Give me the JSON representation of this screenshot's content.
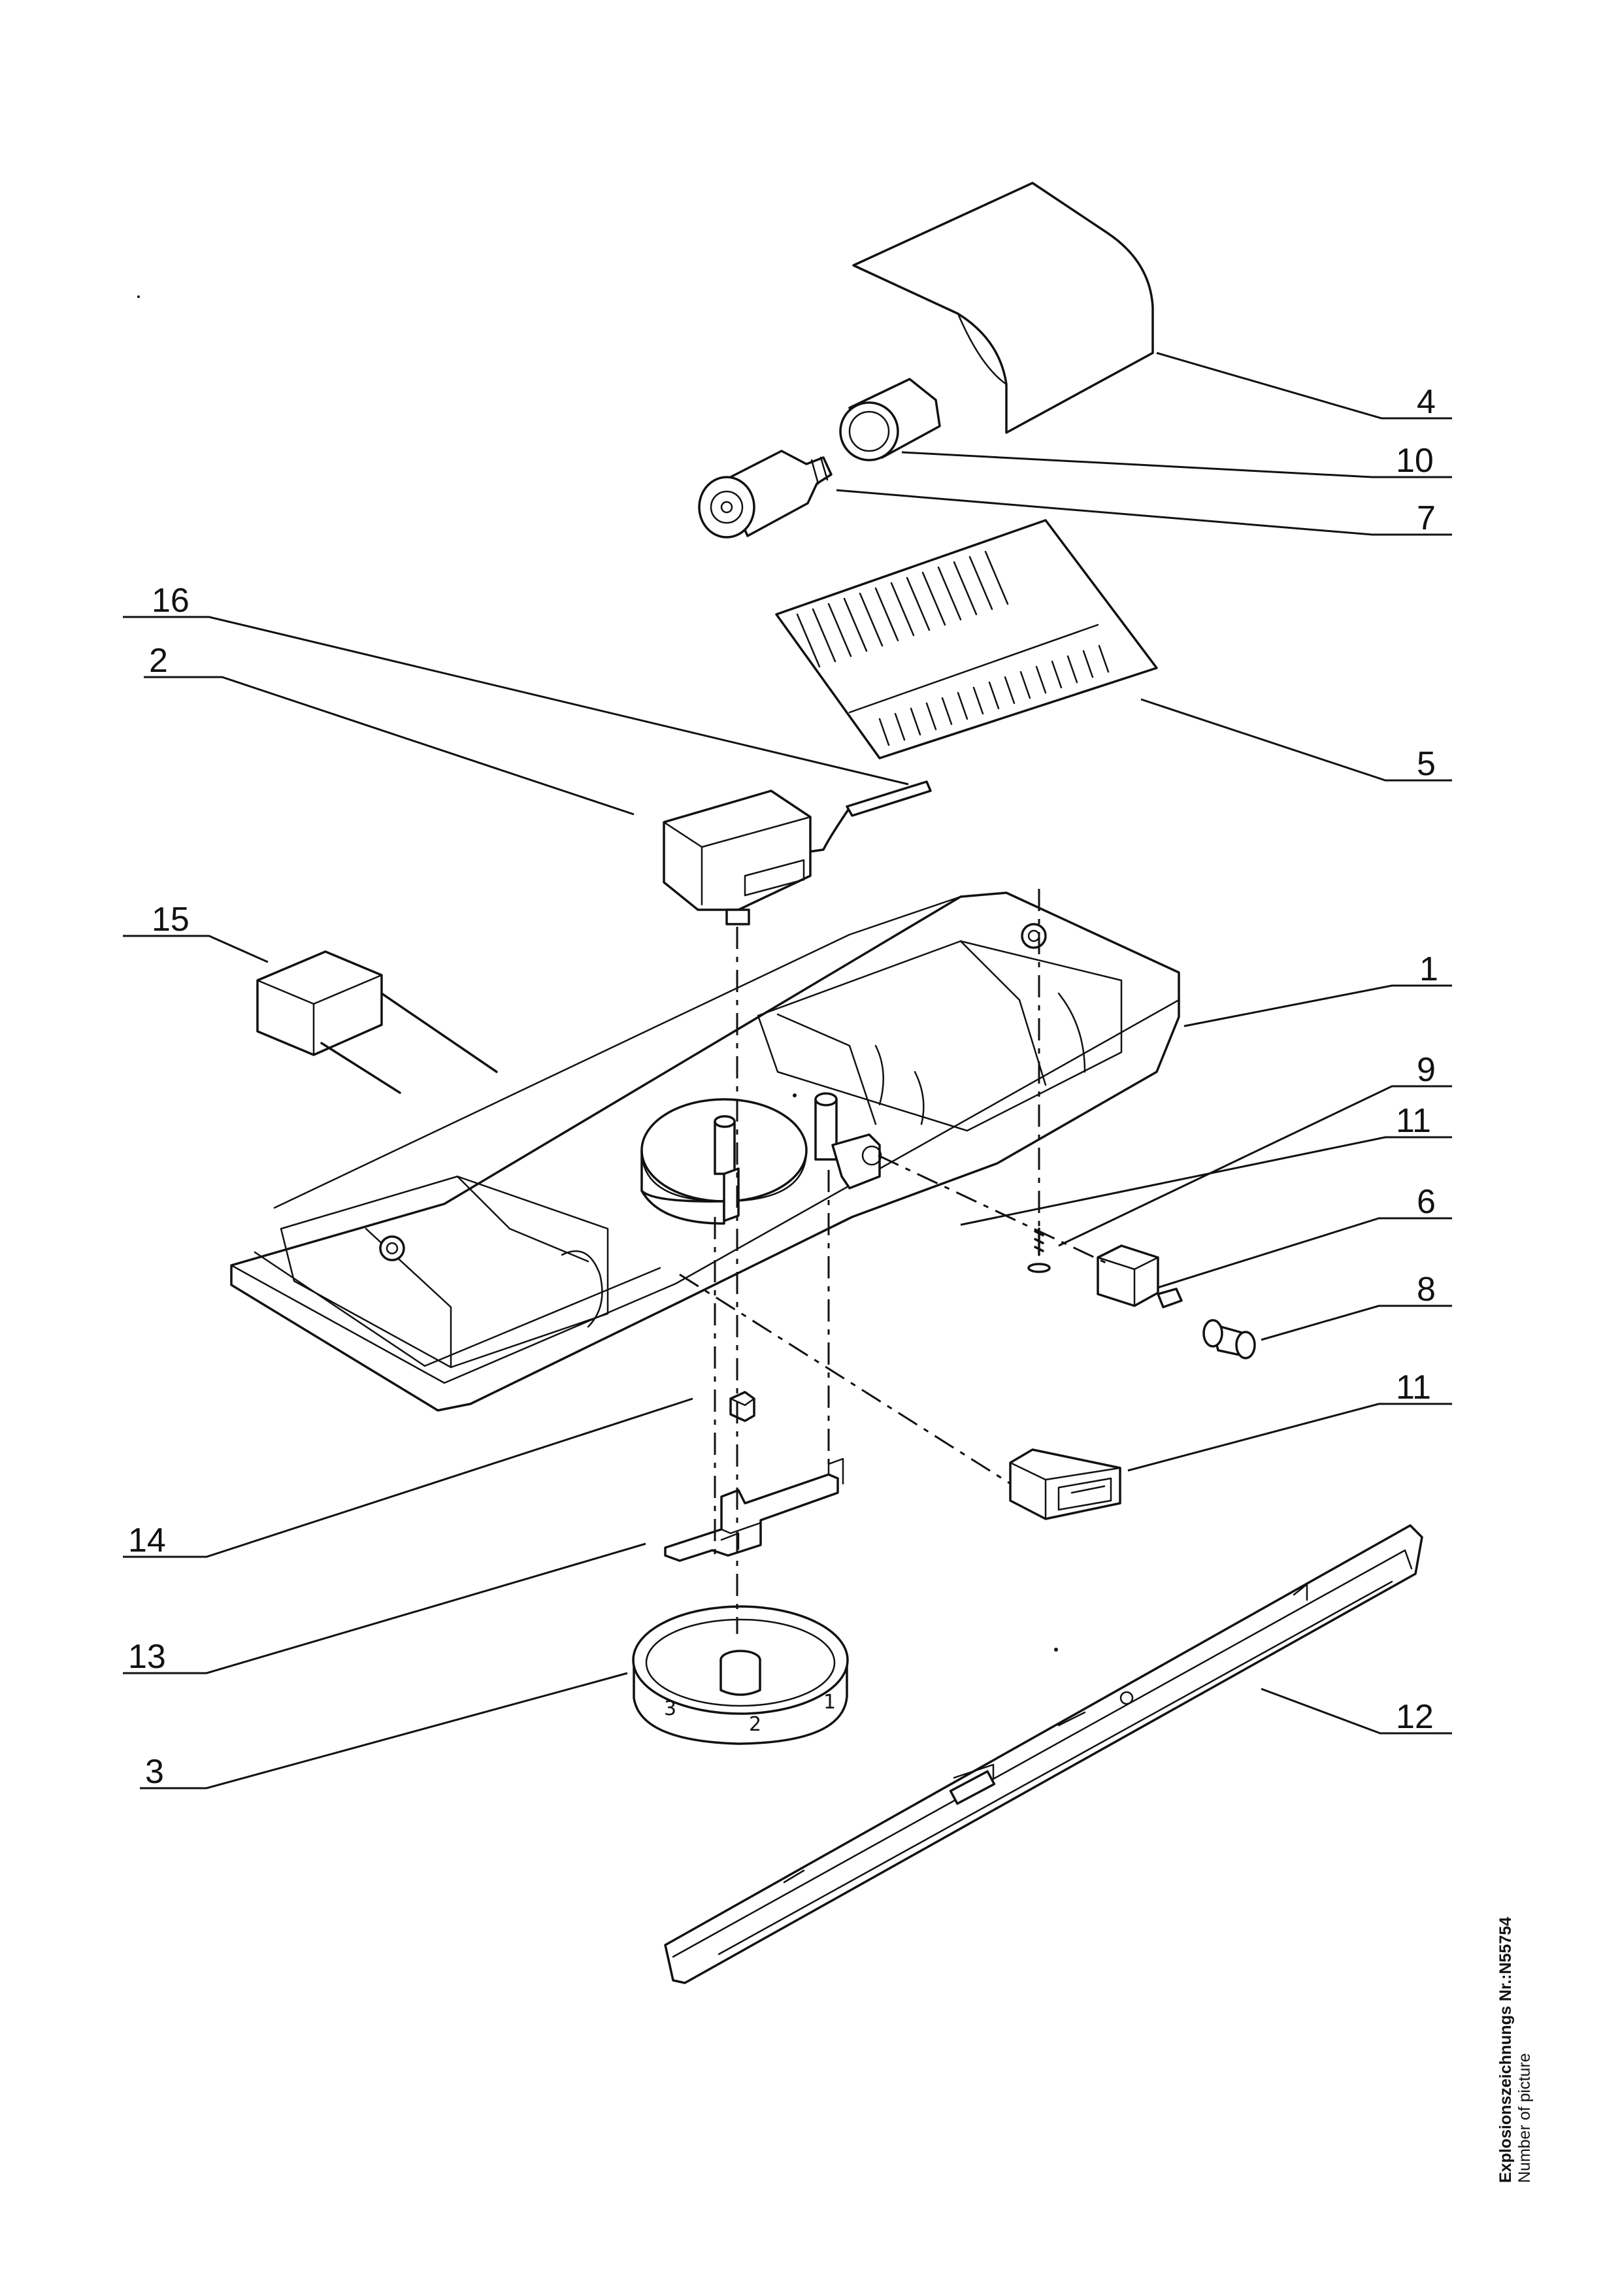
{
  "diagram": {
    "part_labels": [
      "4",
      "10",
      "7",
      "16",
      "2",
      "5",
      "15",
      "1",
      "9",
      "11",
      "6",
      "8",
      "11",
      "14",
      "13",
      "3",
      "12"
    ],
    "dial_numbers": [
      "3",
      "2",
      "1"
    ]
  },
  "caption": {
    "title": "Explosionszeichnungs Nr.:N55754",
    "subtitle": "Number of picture"
  }
}
